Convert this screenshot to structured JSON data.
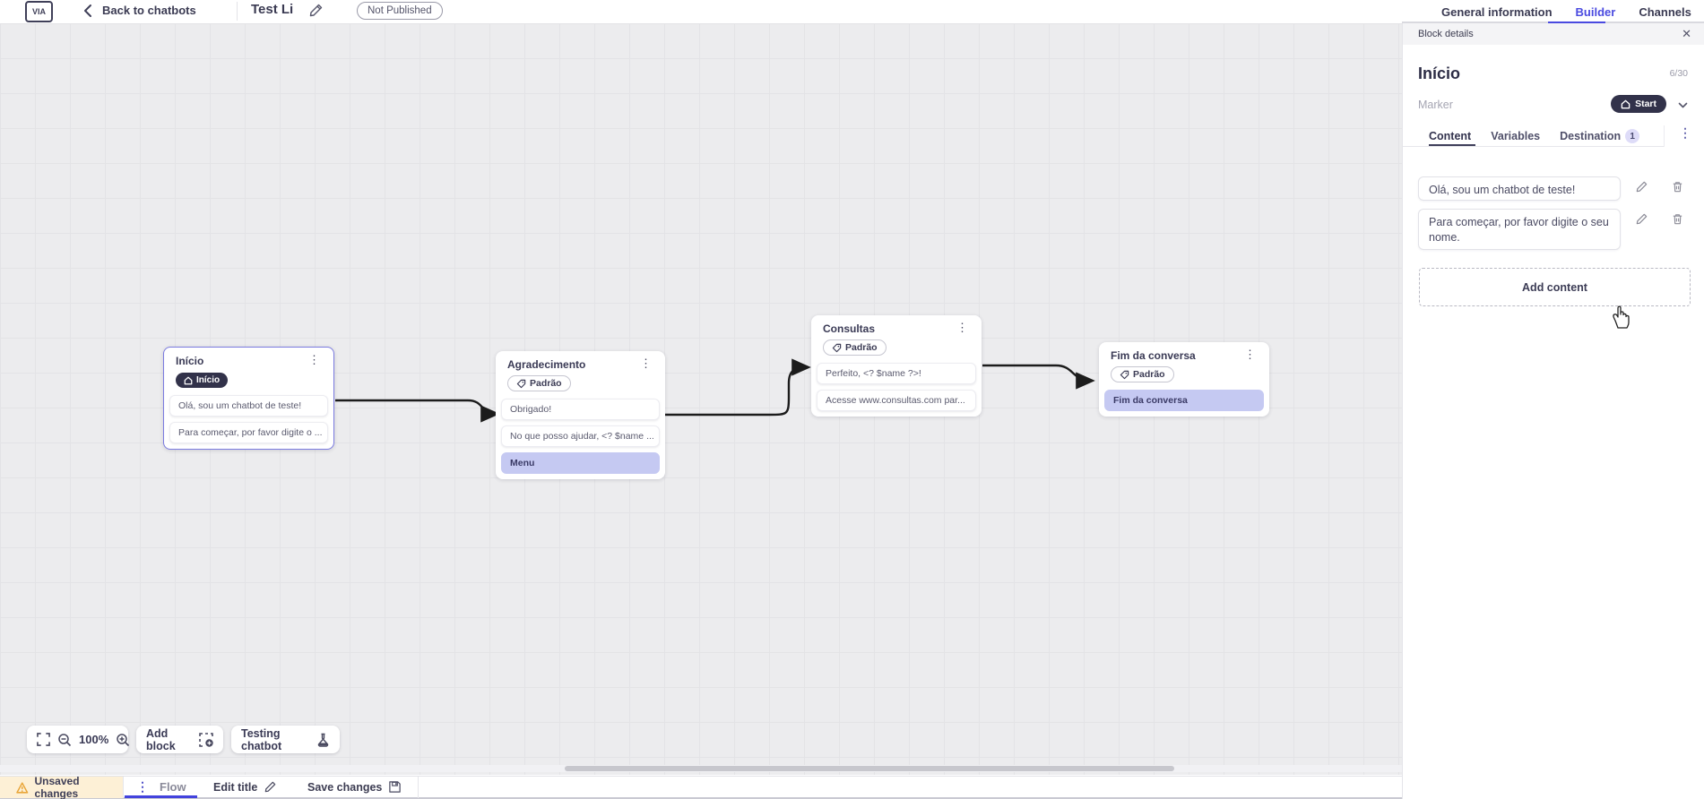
{
  "topbar": {
    "logo_text": "VIA",
    "back_label": "Back to chatbots",
    "chatbot_title": "Test Li",
    "status_badge": "Not Published",
    "tabs": {
      "general": "General information",
      "builder": "Builder",
      "channels": "Channels"
    }
  },
  "panel": {
    "header": "Block details",
    "close_glyph": "✕",
    "block_name": "Início",
    "char_counter": "6/30",
    "marker_label": "Marker",
    "marker_value": "Start",
    "tabs": {
      "content": "Content",
      "variables": "Variables",
      "destination": "Destination",
      "destination_badge": "1"
    },
    "menu_glyph": "⋮",
    "contents": [
      {
        "text": "Olá, sou um chatbot de teste!"
      },
      {
        "text": "Para começar, por favor digite o seu nome."
      }
    ],
    "add_content_label": "Add content"
  },
  "canvas": {
    "blocks": [
      {
        "title": "Início",
        "badge": "Início",
        "cards": [
          {
            "text": "Olá, sou um chatbot de teste!"
          },
          {
            "text": "Para começar, por favor digite o ..."
          }
        ]
      },
      {
        "title": "Agradecimento",
        "tag": "Padrão",
        "cards": [
          {
            "text": "Obrigado!"
          },
          {
            "text": "No que posso ajudar, <? $name ..."
          },
          {
            "text": "Menu"
          }
        ]
      },
      {
        "title": "Consultas",
        "tag": "Padrão",
        "cards": [
          {
            "text": "Perfeito, <? $name ?>!"
          },
          {
            "text": "Acesse www.consultas.com par..."
          }
        ]
      },
      {
        "title": "Fim da conversa",
        "tag": "Padrão",
        "cards": [
          {
            "text": "Fim da conversa"
          }
        ]
      }
    ],
    "menu_glyph": "⋮",
    "toolbar": {
      "zoom_level": "100%",
      "add_block_label": "Add block",
      "testing_label": "Testing chatbot"
    }
  },
  "bottombar": {
    "unsaved_label": "Unsaved changes",
    "menu_glyph": "⋮",
    "flow_tab": "Flow",
    "edit_title_label": "Edit title",
    "save_label": "Save changes"
  },
  "colors": {
    "accent_blue": "#4a4ae0",
    "dark_badge": "#32324a",
    "highlight_card": "#c5c9f2",
    "selected_block_border": "#7b7be0",
    "warning_bg": "#fdf0d6",
    "warning_icon": "#e9a63a"
  }
}
